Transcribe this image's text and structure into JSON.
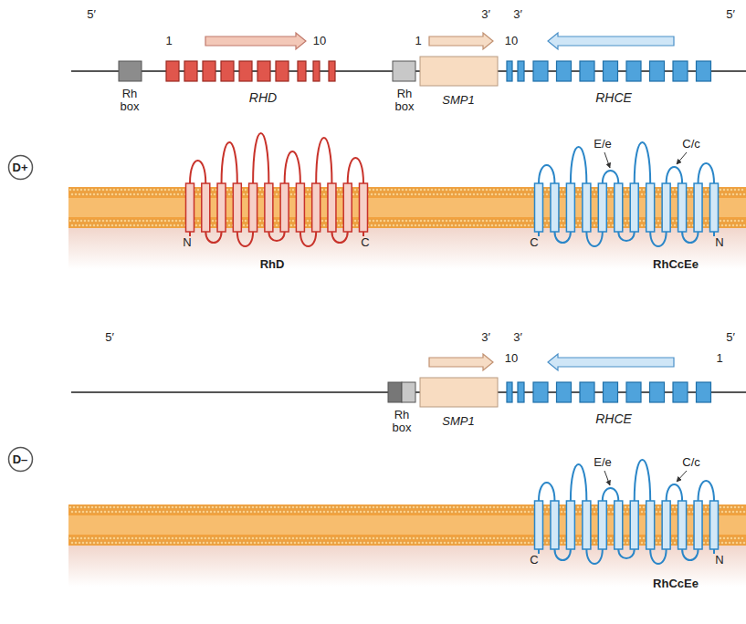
{
  "diagram": {
    "nodes": [
      {
        "text": [
          "D+"
        ]
      },
      {
        "text": [
          "D–"
        ]
      }
    ],
    "labels": [
      "5′",
      "1",
      "10",
      "1",
      "3′",
      "3′",
      "10",
      "5′",
      "Rh box",
      "RHD",
      "Rh box",
      "SMP1",
      "RHCE",
      "E/e",
      "C/c",
      "N",
      "C",
      "RhD",
      "C",
      "N",
      "RhCcEe",
      "5′",
      "3′",
      "3′",
      "10",
      "1",
      "5′",
      "Rh box",
      "SMP1",
      "RHCE",
      "E/e",
      "C/c",
      "C",
      "N",
      "RhCcEe"
    ]
  }
}
